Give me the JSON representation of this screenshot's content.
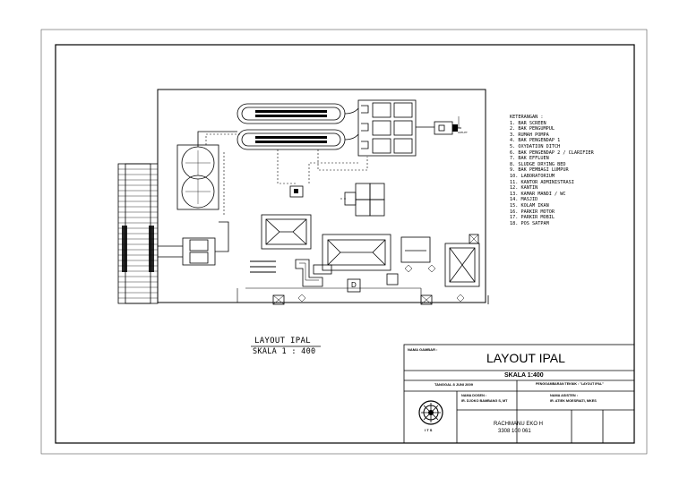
{
  "legend": {
    "heading": "KETERANGAN :",
    "items": [
      "1. BAR SCREEN",
      "2. BAK PENGUMPUL",
      "3. RUMAH POMPA",
      "4. BAK PENGENDAP 1",
      "5. OXYDATION DITCH",
      "6. BAK PENGENDAP 2 / CLARIFIER",
      "7. BAK EFFLUEN",
      "8. SLUDGE DRYING BED",
      "9. BAK PEMBAGI LUMPUR",
      "10. LABORATORIUM",
      "11. KANTOR ADMINISTRASI",
      "12. KANTIN",
      "13. KAMAR MANDI / WC",
      "14. MASJID",
      "15. KOLAM IKAN",
      "16. PARKIR MOTOR",
      "17. PARKIR MOBIL",
      "18. POS SATPAM"
    ]
  },
  "caption": {
    "title": "LAYOUT IPAL",
    "scale": "SKALA 1 : 400"
  },
  "title_block": {
    "drawing_name_label": "NAMA GAMBAR :",
    "drawing_name": "LAYOUT IPAL",
    "scale": "SKALA 1:400",
    "date": "TANGGAL 8 JUNI 2009",
    "sheet_label": "PENGGAMBARAN TEKNIK : \"LAYOUT IPAL\"",
    "lecturer_label": "NAMA DOSEN :",
    "lecturer_name": "IR. DJOKO BAMBANG S, MT",
    "assistant_label": "NAMA ASISTEN :",
    "assistant_name": "IR. ATIEK MOESRIATI, MKES",
    "student_name": "RACHMANU EKO H",
    "student_id": "3308 100 061",
    "institution": "I T S"
  },
  "site_labels": {
    "outlet": "OUTLET",
    "unit_mark": "D"
  }
}
